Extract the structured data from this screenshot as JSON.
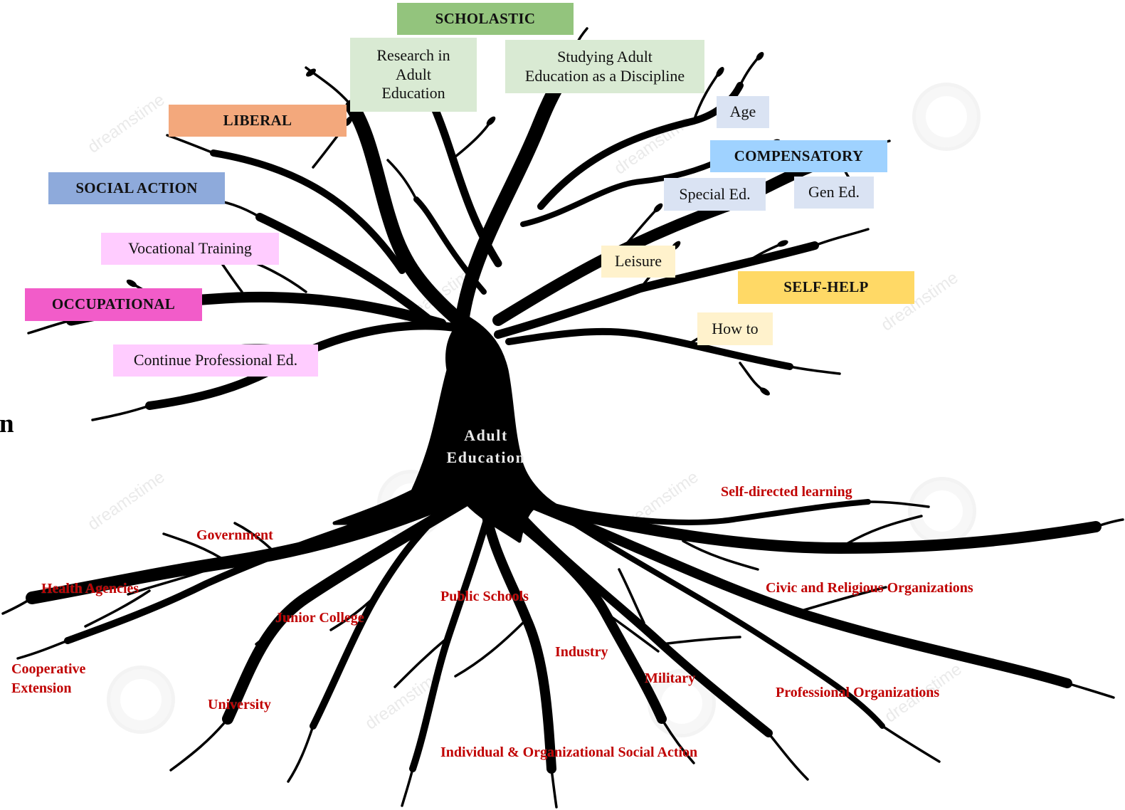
{
  "diagram": {
    "trunk_label": "Adult\nEducation",
    "edge_fragment": "n",
    "watermark_text": "dreamstime",
    "categories": {
      "scholastic": {
        "label": "SCHOLASTIC",
        "color": "#93c47d"
      },
      "liberal": {
        "label": "LIBERAL",
        "color": "#f3a87c"
      },
      "social_action": {
        "label": "SOCIAL ACTION",
        "color": "#8eaadb"
      },
      "occupational": {
        "label": "OCCUPATIONAL",
        "color": "#f25cc9"
      },
      "compensatory": {
        "label": "COMPENSATORY",
        "color": "#9fd2ff"
      },
      "self_help": {
        "label": "SELF-HELP",
        "color": "#ffd966"
      }
    },
    "subtopics": {
      "research": "Research in\nAdult\nEducation",
      "studying": "Studying Adult\nEducation as a Discipline",
      "age": "Age",
      "special_ed": "Special Ed.",
      "gen_ed": "Gen Ed.",
      "vocational": "Vocational Training",
      "leisure": "Leisure",
      "how_to": "How to",
      "continue_prof": "Continue Professional Ed."
    },
    "subtopic_colors": {
      "scholastic_light": "#d9ead3",
      "compensatory_light": "#dae3f3",
      "occupational_light": "#ffccff",
      "self_help_light": "#fff2cc"
    },
    "roots": {
      "government": "Government",
      "health_agencies": "Health Agencies",
      "junior_college": "Junior College",
      "public_schools": "Public Schools",
      "cooperative_extension": "Cooperative\nExtension",
      "university": "University",
      "industry": "Industry",
      "military": "Military",
      "professional_organizations": "Professional Organizations",
      "individual_social_action": "Individual  & Organizational Social Action",
      "self_directed_learning": "Self-directed learning",
      "civic_religious": "Civic and Religious Organizations"
    },
    "root_label_color": "#c00000"
  }
}
